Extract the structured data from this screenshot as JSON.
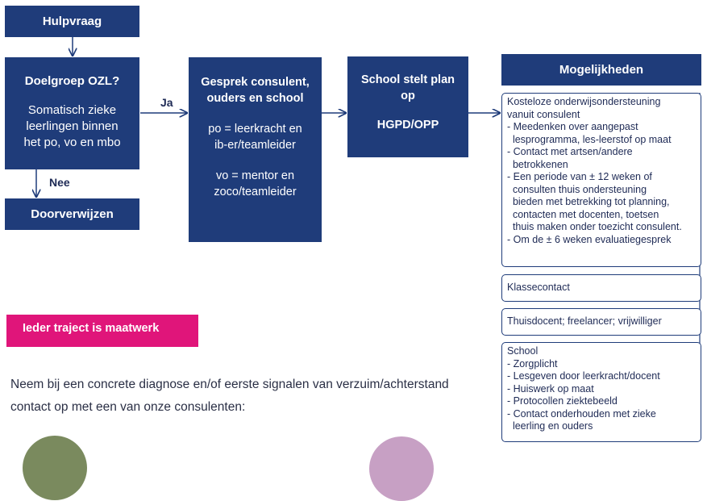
{
  "colors": {
    "primary": "#1f3c7a",
    "accent": "#e0157a",
    "text": "#1e2a55"
  },
  "boxes": {
    "hulpvraag": "Hulpvraag",
    "doelgroep_title": "Doelgroep OZL?",
    "doelgroep_body": [
      "Somatisch zieke",
      "leerlingen binnen",
      "het po, vo en mbo"
    ],
    "doorverwijzen": "Doorverwijzen",
    "gesprek_title": [
      "Gesprek consulent,",
      "ouders en school"
    ],
    "gesprek_po": [
      "po = leerkracht en",
      "ib-er/teamleider"
    ],
    "gesprek_vo": [
      "vo = mentor en",
      "zoco/teamleider"
    ],
    "school_title": [
      "School stelt plan",
      "op"
    ],
    "school_sub": "HGPD/OPP",
    "mogelijkheden": "Mogelijkheden"
  },
  "labels": {
    "ja": "Ja",
    "nee": "Nee"
  },
  "options": [
    {
      "lines": [
        "Kosteloze onderwijsondersteuning",
        "vanuit consulent",
        "- Meedenken over aangepast",
        "  lesprogramma, les-leerstof op maat",
        "- Contact met artsen/andere",
        "  betrokkenen",
        "- Een periode van ± 12 weken of",
        "  consulten thuis ondersteuning",
        "  bieden met betrekking tot planning,",
        "  contacten met docenten, toetsen",
        "  thuis maken onder toezicht consulent.",
        "- Om de ± 6 weken evaluatiegesprek"
      ]
    },
    {
      "lines": [
        "Klassecontact"
      ]
    },
    {
      "lines": [
        "Thuisdocent; freelancer; vrijwilliger"
      ]
    },
    {
      "lines": [
        "School",
        "- Zorgplicht",
        "- Lesgeven door leerkracht/docent",
        "- Huiswerk op maat",
        "- Protocollen ziektebeeld",
        "- Contact onderhouden met zieke",
        "  leerling en ouders"
      ]
    }
  ],
  "banner": "Ieder traject is maatwerk",
  "paragraph": [
    "Neem bij een concrete diagnose en/of eerste signalen van verzuim/achterstand",
    "contact op met een van onze consulenten:"
  ]
}
